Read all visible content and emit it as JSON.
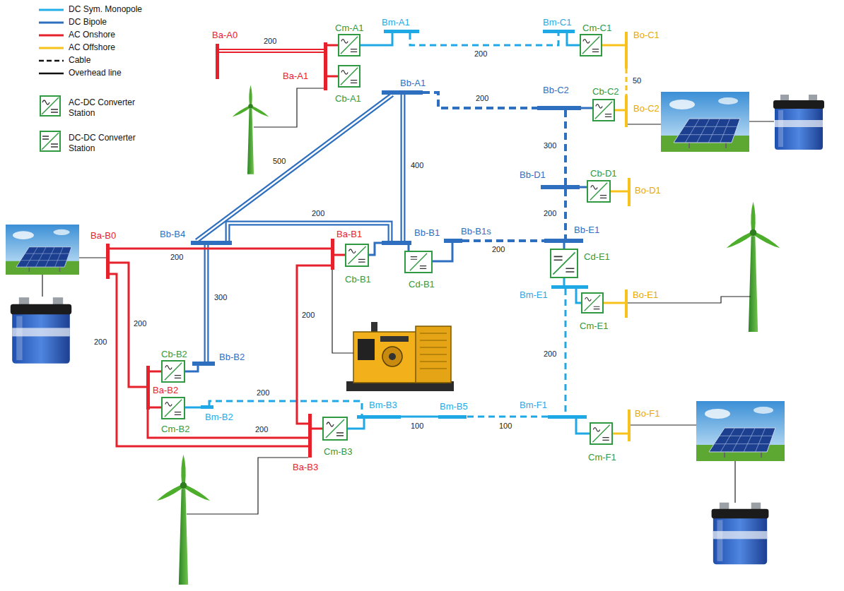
{
  "diagram": {
    "nodes": [
      {
        "text": [
          "Ba-A0"
        ]
      },
      {
        "text": [
          "Ba-A1"
        ]
      },
      {
        "text": [
          "Cm-A1"
        ]
      },
      {
        "text": [
          "Cb-A1"
        ]
      },
      {
        "text": [
          "Bm-A1"
        ]
      },
      {
        "text": [
          "Bb-A1"
        ]
      },
      {
        "text": [
          "Bm-C1"
        ]
      },
      {
        "text": [
          "Cm-C1"
        ]
      },
      {
        "text": [
          "Bo-C1"
        ]
      },
      {
        "text": [
          "Bb-C2"
        ]
      },
      {
        "text": [
          "Cb-C2"
        ]
      },
      {
        "text": [
          "Bo-C2"
        ]
      },
      {
        "text": [
          "Bb-D1"
        ]
      },
      {
        "text": [
          "Cb-D1"
        ]
      },
      {
        "text": [
          "Bo-D1"
        ]
      },
      {
        "text": [
          "Bb-B4"
        ]
      },
      {
        "text": [
          "Ba-B0"
        ]
      },
      {
        "text": [
          "Ba-B1"
        ]
      },
      {
        "text": [
          "Cb-B1"
        ]
      },
      {
        "text": [
          "Bb-B1"
        ]
      },
      {
        "text": [
          "Cd-B1"
        ]
      },
      {
        "text": [
          "Bb-B1s"
        ]
      },
      {
        "text": [
          "Bb-E1"
        ]
      },
      {
        "text": [
          "Cd-E1"
        ]
      },
      {
        "text": [
          "Bm-E1"
        ]
      },
      {
        "text": [
          "Cm-E1"
        ]
      },
      {
        "text": [
          "Bo-E1"
        ]
      },
      {
        "text": [
          "Cb-B2"
        ]
      },
      {
        "text": [
          "Bb-B2"
        ]
      },
      {
        "text": [
          "Ba-B2"
        ]
      },
      {
        "text": [
          "Cm-B2"
        ]
      },
      {
        "text": [
          "Bm-B2"
        ]
      },
      {
        "text": [
          "Cm-B3"
        ]
      },
      {
        "text": [
          "Ba-B3"
        ]
      },
      {
        "text": [
          "Bm-B3"
        ]
      },
      {
        "text": [
          "Bm-B5"
        ]
      },
      {
        "text": [
          "Bm-F1"
        ]
      },
      {
        "text": [
          "Cm-F1"
        ]
      },
      {
        "text": [
          "Bo-F1"
        ]
      }
    ],
    "edges": [
      {
        "from": 0,
        "to": 1,
        "arrow": "none",
        "label": "200"
      },
      {
        "from": 1,
        "to": 2,
        "arrow": "none"
      },
      {
        "from": 1,
        "to": 3,
        "arrow": "none"
      },
      {
        "from": 2,
        "to": 4,
        "arrow": "none"
      },
      {
        "from": 4,
        "to": 6,
        "arrow": "none",
        "label": "200"
      },
      {
        "from": 6,
        "to": 7,
        "arrow": "none"
      },
      {
        "from": 7,
        "to": 8,
        "arrow": "none"
      },
      {
        "from": 8,
        "to": 11,
        "arrow": "none",
        "label": "50"
      },
      {
        "from": 5,
        "to": 9,
        "arrow": "none",
        "label": "200"
      },
      {
        "from": 9,
        "to": 10,
        "arrow": "none"
      },
      {
        "from": 10,
        "to": 11,
        "arrow": "none"
      },
      {
        "from": 9,
        "to": 12,
        "arrow": "none",
        "label": "300"
      },
      {
        "from": 12,
        "to": 13,
        "arrow": "none"
      },
      {
        "from": 13,
        "to": 14,
        "arrow": "none"
      },
      {
        "from": 12,
        "to": 22,
        "arrow": "none",
        "label": "200"
      },
      {
        "from": 22,
        "to": 23,
        "arrow": "none"
      },
      {
        "from": 23,
        "to": 24,
        "arrow": "none"
      },
      {
        "from": 24,
        "to": 25,
        "arrow": "none"
      },
      {
        "from": 25,
        "to": 26,
        "arrow": "none"
      },
      {
        "from": 24,
        "to": 36,
        "arrow": "none",
        "label": "200"
      },
      {
        "from": 36,
        "to": 37,
        "arrow": "none"
      },
      {
        "from": 37,
        "to": 38,
        "arrow": "none"
      },
      {
        "from": 36,
        "to": 35,
        "arrow": "none",
        "label": "100"
      },
      {
        "from": 35,
        "to": 34,
        "arrow": "none",
        "label": "100"
      },
      {
        "from": 34,
        "to": 32,
        "arrow": "none"
      },
      {
        "from": 32,
        "to": 33,
        "arrow": "none"
      },
      {
        "from": 31,
        "to": 34,
        "arrow": "none",
        "label": "200"
      },
      {
        "from": 30,
        "to": 31,
        "arrow": "none"
      },
      {
        "from": 29,
        "to": 30,
        "arrow": "none"
      },
      {
        "from": 29,
        "to": 27,
        "arrow": "none"
      },
      {
        "from": 27,
        "to": 28,
        "arrow": "none"
      },
      {
        "from": 28,
        "to": 15,
        "arrow": "none",
        "label": "300"
      },
      {
        "from": 15,
        "to": 5,
        "arrow": "none",
        "label": "500"
      },
      {
        "from": 5,
        "to": 19,
        "arrow": "none",
        "label": "400"
      },
      {
        "from": 15,
        "to": 19,
        "arrow": "none",
        "label": "200"
      },
      {
        "from": 19,
        "to": 18,
        "arrow": "none"
      },
      {
        "from": 18,
        "to": 17,
        "arrow": "none"
      },
      {
        "from": 19,
        "to": 20,
        "arrow": "none"
      },
      {
        "from": 20,
        "to": 21,
        "arrow": "none"
      },
      {
        "from": 21,
        "to": 22,
        "arrow": "none",
        "label": "200"
      },
      {
        "from": 16,
        "to": 17,
        "arrow": "none",
        "label": "200"
      },
      {
        "from": 16,
        "to": 29,
        "arrow": "none",
        "label": "200"
      },
      {
        "from": 16,
        "to": 33,
        "arrow": "none",
        "label": "200"
      },
      {
        "from": 17,
        "to": 33,
        "arrow": "none",
        "label": "200"
      },
      {
        "from": 29,
        "to": 33,
        "arrow": "none",
        "label": "200"
      }
    ],
    "legend": [
      {
        "text": "DC Sym. Monopole"
      },
      {
        "text": "DC Bipole"
      },
      {
        "text": "AC Onshore"
      },
      {
        "text": "AC Offshore"
      },
      {
        "text": "Cable"
      },
      {
        "text": "Overhead line"
      },
      {
        "text": "AC-DC Converter Station"
      },
      {
        "text": "DC-DC Converter Station"
      }
    ]
  }
}
